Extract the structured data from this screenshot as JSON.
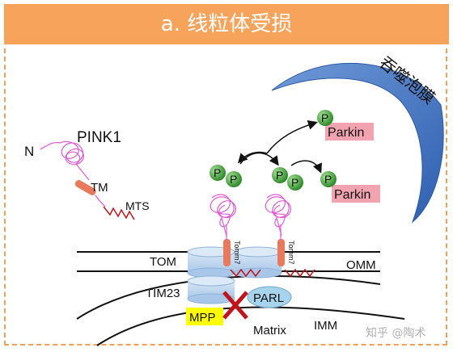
{
  "header": {
    "title": "a. 线粒体受损"
  },
  "labels": {
    "protein": "PINK1",
    "n_terminus": "N",
    "tm": "TM",
    "mts": "MTS",
    "tom": "TOM",
    "tim23": "TIM23",
    "mpp": "MPP",
    "parl": "PARL",
    "omm": "OMM",
    "imm": "IMM",
    "matrix": "Matrix",
    "tomm7_a": "Tomm7",
    "tomm7_b": "Tomm7",
    "autophagosome": "吞噬泡膜",
    "parkin_top": "Parkin",
    "parkin_bottom": "Parkin",
    "phospho": "P"
  },
  "watermark": "知乎 @陶术",
  "colors": {
    "header": "#f7a35c",
    "parkin": "#f2a3b0",
    "phospho": "#3fa535",
    "pink1": "#e25bd6",
    "tm": "#e8795a",
    "mpp": "#ffff00",
    "parl": "#a7d3ec",
    "channel": "#b8d4ee",
    "cross": "#c0141a",
    "membrane_arc": "#4a7cc9"
  }
}
